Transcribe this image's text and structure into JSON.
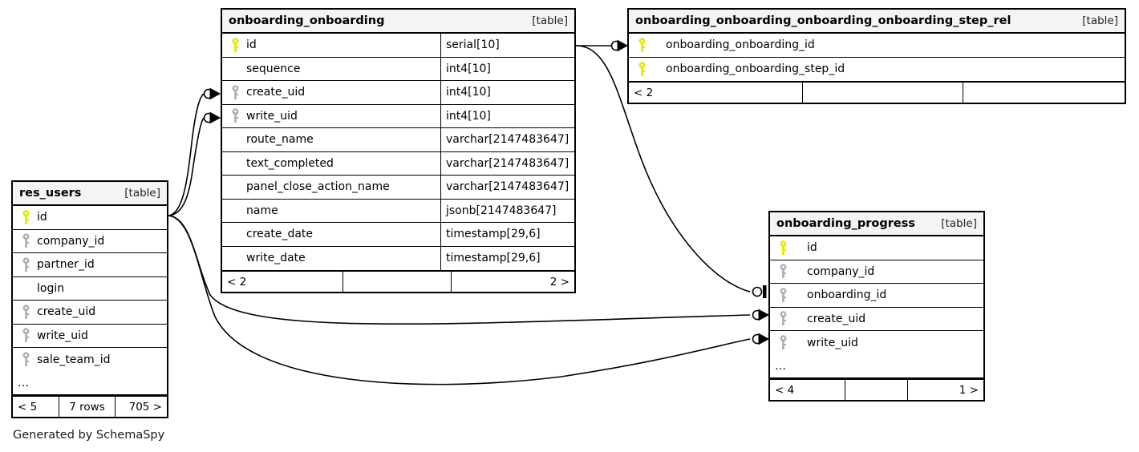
{
  "diagram": {
    "generator_text": "Generated by SchemaSpy",
    "table_tag": "[table]",
    "ellipsis": "…",
    "key_pk_color": "#e8e800",
    "key_fk_color": "#b0b0b0",
    "header_bg": "#f4f4f4",
    "line_color": "#000000"
  },
  "tables": {
    "onboarding_onboarding": {
      "name": "onboarding_onboarding",
      "tag": "[table]",
      "columns": [
        {
          "name": "id",
          "type": "serial[10]",
          "key": "pk"
        },
        {
          "name": "sequence",
          "type": "int4[10]",
          "key": "none"
        },
        {
          "name": "create_uid",
          "type": "int4[10]",
          "key": "fk"
        },
        {
          "name": "write_uid",
          "type": "int4[10]",
          "key": "fk"
        },
        {
          "name": "route_name",
          "type": "varchar[2147483647]",
          "key": "none"
        },
        {
          "name": "text_completed",
          "type": "varchar[2147483647]",
          "key": "none"
        },
        {
          "name": "panel_close_action_name",
          "type": "varchar[2147483647]",
          "key": "none"
        },
        {
          "name": "name",
          "type": "jsonb[2147483647]",
          "key": "none"
        },
        {
          "name": "create_date",
          "type": "timestamp[29,6]",
          "key": "none"
        },
        {
          "name": "write_date",
          "type": "timestamp[29,6]",
          "key": "none"
        }
      ],
      "footer": [
        "< 2",
        "",
        "2 >"
      ]
    },
    "onboarding_onboarding_onboarding_onboarding_step_rel": {
      "name": "onboarding_onboarding_onboarding_onboarding_step_rel",
      "tag": "[table]",
      "columns": [
        {
          "name": "onboarding_onboarding_id",
          "type": "",
          "key": "pk"
        },
        {
          "name": "onboarding_onboarding_step_id",
          "type": "",
          "key": "pk"
        }
      ],
      "footer": [
        "< 2",
        "",
        ""
      ]
    },
    "res_users": {
      "name": "res_users",
      "tag": "[table]",
      "columns": [
        {
          "name": "id",
          "type": "",
          "key": "pk"
        },
        {
          "name": "company_id",
          "type": "",
          "key": "fk"
        },
        {
          "name": "partner_id",
          "type": "",
          "key": "fk"
        },
        {
          "name": "login",
          "type": "",
          "key": "none"
        },
        {
          "name": "create_uid",
          "type": "",
          "key": "fk"
        },
        {
          "name": "write_uid",
          "type": "",
          "key": "fk"
        },
        {
          "name": "sale_team_id",
          "type": "",
          "key": "fk"
        }
      ],
      "more_row": "…",
      "footer": [
        "< 5",
        "7 rows",
        "705 >"
      ]
    },
    "onboarding_progress": {
      "name": "onboarding_progress",
      "tag": "[table]",
      "columns": [
        {
          "name": "id",
          "type": "",
          "key": "pk"
        },
        {
          "name": "company_id",
          "type": "",
          "key": "fk"
        },
        {
          "name": "onboarding_id",
          "type": "",
          "key": "fk"
        },
        {
          "name": "create_uid",
          "type": "",
          "key": "fk"
        },
        {
          "name": "write_uid",
          "type": "",
          "key": "fk"
        }
      ],
      "more_row": "…",
      "footer": [
        "< 4",
        "",
        "1 >"
      ]
    }
  },
  "relationships": [
    {
      "from": "onboarding_onboarding.id",
      "to": "onboarding_onboarding_onboarding_onboarding_step_rel.onboarding_onboarding_id",
      "end": "crow"
    },
    {
      "from": "onboarding_onboarding.id",
      "to": "onboarding_progress.onboarding_id",
      "end": "bar"
    },
    {
      "from": "res_users.id",
      "to": "onboarding_onboarding.create_uid",
      "end": "crow"
    },
    {
      "from": "res_users.id",
      "to": "onboarding_onboarding.write_uid",
      "end": "crow"
    },
    {
      "from": "res_users.id",
      "to": "onboarding_progress.create_uid",
      "end": "crow"
    },
    {
      "from": "res_users.id",
      "to": "onboarding_progress.write_uid",
      "end": "crow"
    }
  ]
}
